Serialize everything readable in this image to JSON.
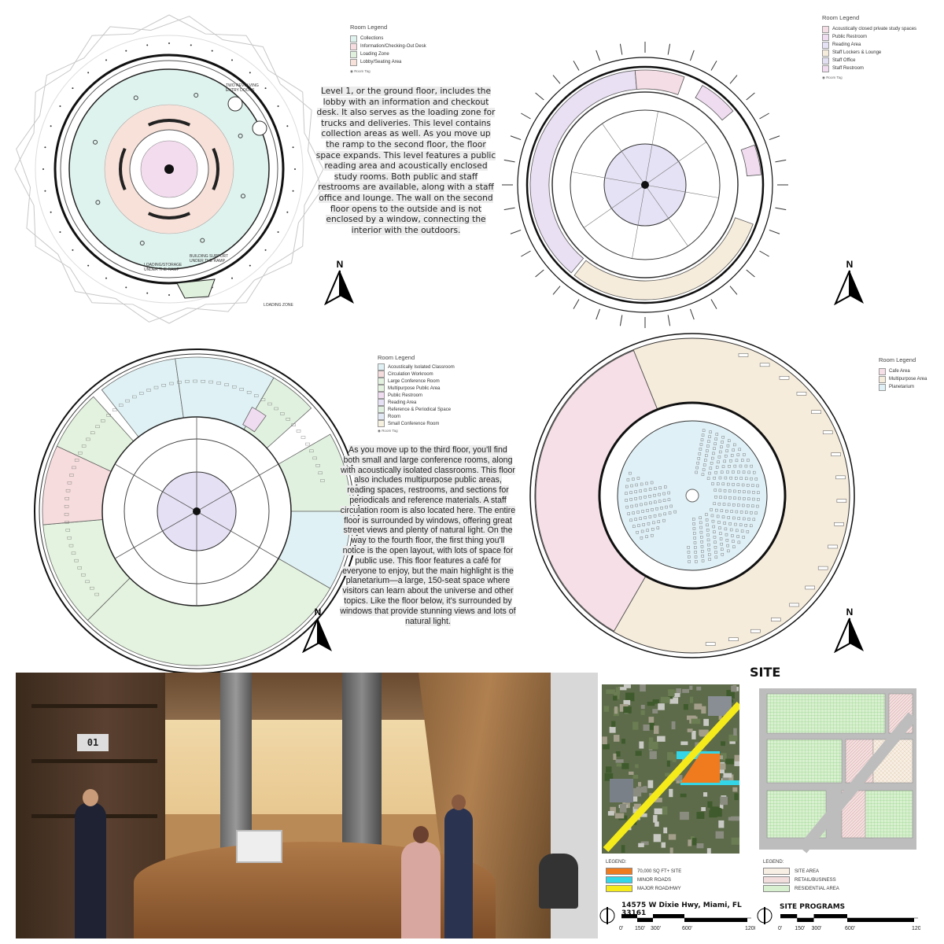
{
  "level1": {
    "description": "Level 1, or the ground floor, includes the lobby with an information and checkout desk. It also serves as the loading zone for trucks and deliveries. This level contains collection areas as well. As you move up the ramp to the second floor, the floor space expands. This level features a public reading area and acoustically enclosed study rooms. Both public and staff restrooms are available, along with a staff office and lounge. The wall on the second floor opens to the outside and is not enclosed by a window, connecting the interior with the outdoors.",
    "legend_title": "Room Legend",
    "legend": [
      {
        "label": "Collections",
        "color": "#dff3ee"
      },
      {
        "label": "Information/Checking-Out Desk",
        "color": "#f7dde0"
      },
      {
        "label": "Loading Zone",
        "color": "#dff0dc"
      },
      {
        "label": "Lobby/Seating Area",
        "color": "#f8e1d9"
      }
    ],
    "room_tag": "Room Tag",
    "annotations": {
      "doors": [
        "TWO REVOLVING",
        "ENTRY DOORS"
      ],
      "support": [
        "BUILDING SUPPORT",
        "UNDER THE RAMP"
      ],
      "storage": [
        "LOADING/STORAGE",
        "UNDER THE RAMP"
      ],
      "loading": "LOADING ZONE"
    }
  },
  "level2": {
    "legend_title": "Room Legend",
    "legend": [
      {
        "label": "Acoustically closed private study spaces",
        "color": "#f5dde6"
      },
      {
        "label": "Public Restroom",
        "color": "#efdcf0"
      },
      {
        "label": "Reading Area",
        "color": "#e6e2f5"
      },
      {
        "label": "Staff Lockers & Lounge",
        "color": "#f6ecdc"
      },
      {
        "label": "Staff Office",
        "color": "#e3dff3"
      },
      {
        "label": "Staff Restroom",
        "color": "#f0dcee"
      }
    ],
    "room_tag": "Room Tag"
  },
  "level3": {
    "legend_title": "Room Legend",
    "legend": [
      {
        "label": "Acoustically Isolated Classroom",
        "color": "#dff1f4"
      },
      {
        "label": "Circulation Workroom",
        "color": "#f6dcdc"
      },
      {
        "label": "Large Conference Room",
        "color": "#e3f2de"
      },
      {
        "label": "Multipurpose Public Area",
        "color": "#e4f3df"
      },
      {
        "label": "Public Restroom",
        "color": "#efdcf0"
      },
      {
        "label": "Reading Area",
        "color": "#e6e0f4"
      },
      {
        "label": "Reference & Periodical Space",
        "color": "#e1f1e0"
      },
      {
        "label": "Room",
        "color": "#e3eaf6"
      },
      {
        "label": "Small Conference Room",
        "color": "#f6f0de"
      }
    ],
    "room_tag": "Room Tag",
    "description": "As you move up to the third floor, you'll find both small and large conference rooms, along with acoustically isolated classrooms. This floor also includes multipurpose public areas, reading spaces, restrooms, and sections for periodicals and reference materials. A staff circulation room is also located here. The entire floor is surrounded by windows, offering great street views and plenty of natural light. On the way to the fourth floor, the first thing you'll notice is the open layout, with lots of space for public use. This floor features a café for everyone to enjoy, but the main highlight is the planetarium—a large, 150-seat space where visitors can learn about the universe and other topics. Like the floor below, it's surrounded by windows that provide stunning views and lots of natural light."
  },
  "level4": {
    "legend_title": "Room Legend",
    "legend": [
      {
        "label": "Cafe Area",
        "color": "#f6dfe6"
      },
      {
        "label": "Multipurpose Area",
        "color": "#f6ecdc"
      },
      {
        "label": "Planetarium",
        "color": "#dff0f6"
      }
    ]
  },
  "north_label": "N",
  "site": {
    "title": "SITE",
    "legend_title": "LEGEND:",
    "aerial_legend": [
      {
        "label": "70,000 SQ FT+ SITE",
        "color": "#f07a1e"
      },
      {
        "label": "MINOR ROADS",
        "color": "#33d6e6"
      },
      {
        "label": "MAJOR ROAD/HWY",
        "color": "#f5ea1a"
      }
    ],
    "program_legend": [
      {
        "label": "SITE AREA",
        "color": "#f8efe4"
      },
      {
        "label": "RETAIL/BUSINESS",
        "color": "#f3dede"
      },
      {
        "label": "RESIDENTIAL AREA",
        "color": "#d8f0cf"
      }
    ],
    "address": [
      "14575 W Dixie Hwy, Miami, FL",
      "33161"
    ],
    "programs_title": "SITE PROGRAMS",
    "scale_ticks": [
      "0'",
      "150'",
      "300'",
      "600'",
      "1200'"
    ]
  },
  "photo": {
    "calendar": "01"
  }
}
